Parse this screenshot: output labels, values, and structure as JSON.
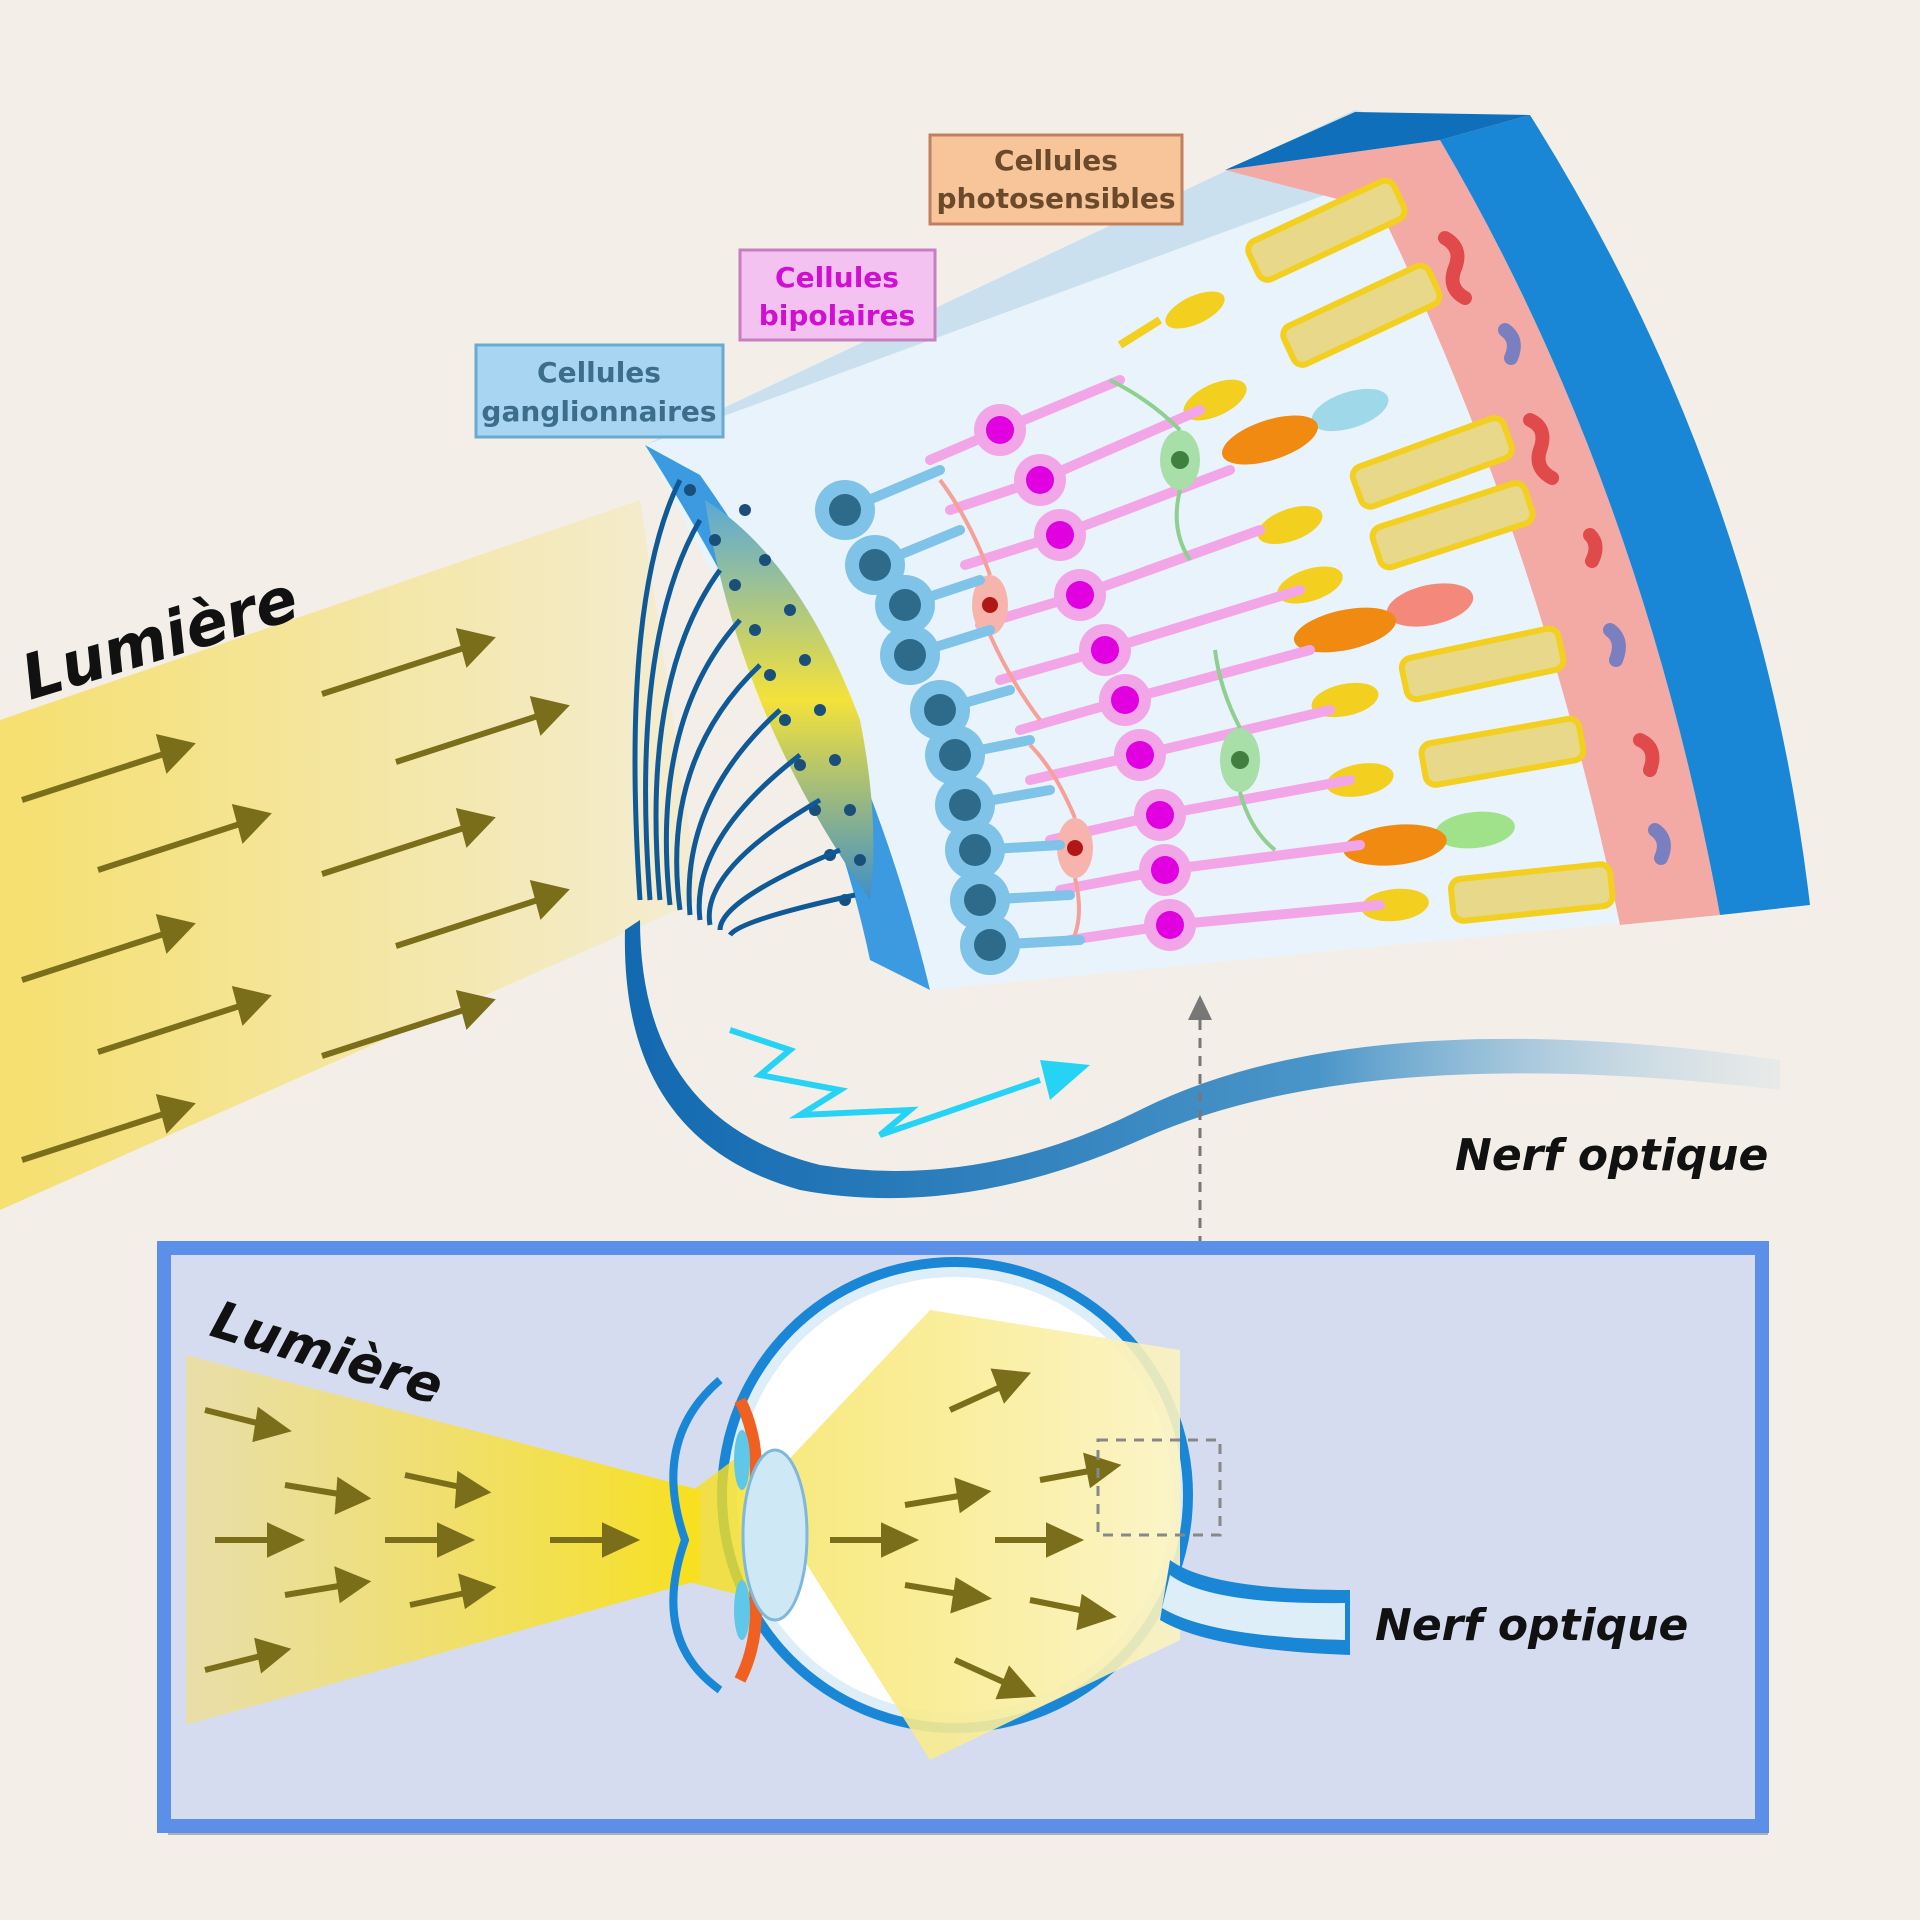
{
  "labels": {
    "light_top": "Lumière",
    "ganglion_line1": "Cellules",
    "ganglion_line2": "ganglionnaires",
    "bipolar_line1": "Cellules",
    "bipolar_line2": "bipolaires",
    "photo_line1": "Cellules",
    "photo_line2": "photosensibles",
    "optic_nerve_top": "Nerf optique",
    "light_inset": "Lumière",
    "optic_nerve_inset": "Nerf optique"
  },
  "colors": {
    "background": "#f3efe8",
    "light_beam": "#f7e27a",
    "arrow": "#7a6e1a",
    "ganglion": "#7fc3e8",
    "bipolar": "#f2a6e8",
    "bipolar_nucleus": "#e000e0",
    "rod": "#f3cf20",
    "cone": "#f08a10",
    "choroid": "#f5a8a0",
    "sclera": "#1f8ad6",
    "inset_frame": "#5b8fe8",
    "inset_fill": "#d5dcef",
    "signal": "#27d3f5"
  }
}
